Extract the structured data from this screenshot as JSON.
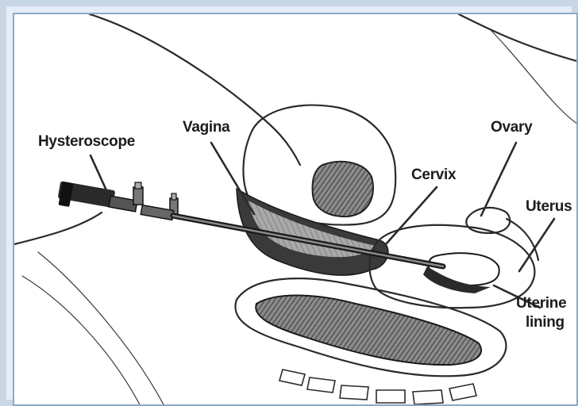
{
  "colors": {
    "frame": "#c9d6e6",
    "ink": "#1c1c1c",
    "tissue_dark": "#2e2e2e",
    "tissue_mid": "#6a6a6a"
  },
  "labels": {
    "hysteroscope": "Hysteroscope",
    "vagina": "Vagina",
    "cervix": "Cervix",
    "ovary": "Ovary",
    "uterus": "Uterus",
    "uterine_line1": "Uterine",
    "uterine_line2": "lining"
  }
}
